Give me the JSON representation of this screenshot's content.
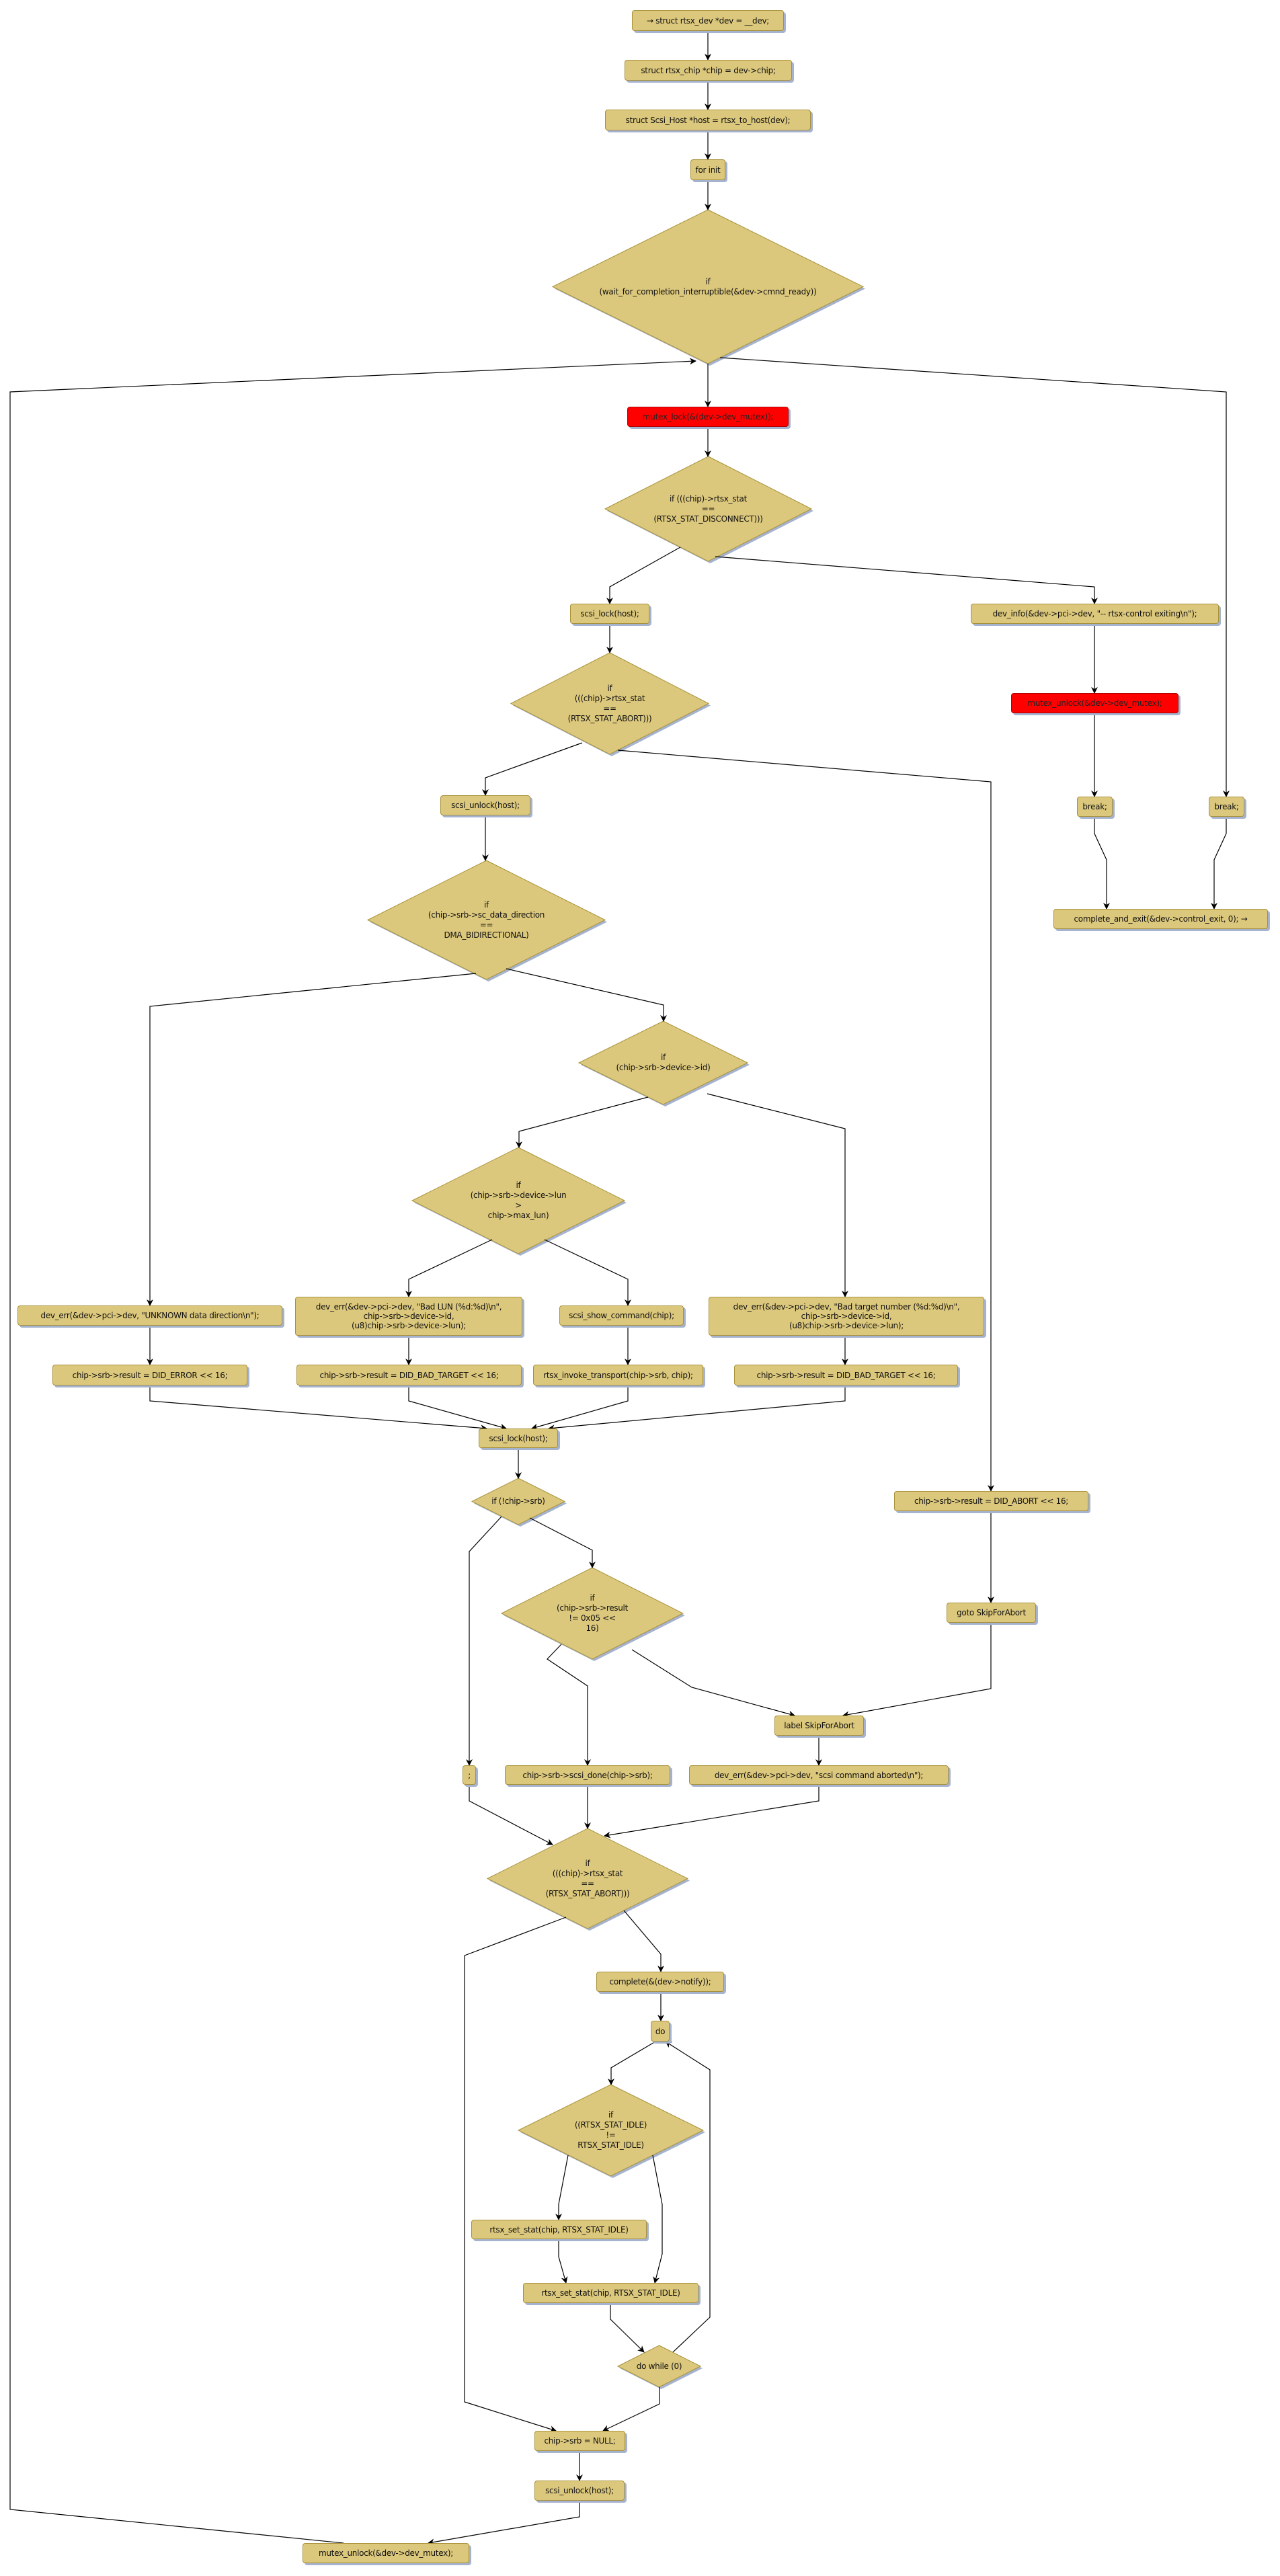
{
  "colors": {
    "node_fill": "#dcc87c",
    "node_border": "#a8913a",
    "shadow": "#a6b3cf",
    "highlight": "#ff0000"
  },
  "nodes": {
    "n_dev": "→ struct rtsx_dev *dev = __dev;",
    "n_chip": "struct rtsx_chip *chip = dev->chip;",
    "n_host": "struct Scsi_Host *host = rtsx_to_host(dev);",
    "n_forinit": "for init",
    "d_wait": "if\n(wait_for_completion_interruptible(&dev->cmnd_ready))",
    "n_mutex_lock": "mutex_lock(&(dev->dev_mutex));",
    "d_disconnect": "if (((chip)->rtsx_stat\n==\n(RTSX_STAT_DISCONNECT)))",
    "n_scsi_lock1": "scsi_lock(host);",
    "n_dev_info": "dev_info(&dev->pci->dev, \"-- rtsx-control exiting\\n\");",
    "n_mutex_unlock1": "mutex_unlock(&dev->dev_mutex);",
    "n_break1": "break;",
    "n_break2": "break;",
    "n_complete_exit": "complete_and_exit(&dev->control_exit, 0); →",
    "d_abort1": "if\n(((chip)->rtsx_stat\n==\n(RTSX_STAT_ABORT)))",
    "n_scsi_unlock1": "scsi_unlock(host);",
    "d_bidir": "if\n(chip->srb->sc_data_direction\n==\nDMA_BIDIRECTIONAL)",
    "d_devid": "if\n(chip->srb->device->id)",
    "d_lun": "if\n(chip->srb->device->lun\n>\nchip->max_lun)",
    "n_err_unknown": "dev_err(&dev->pci->dev, \"UNKNOWN data direction\\n\");",
    "n_err_lun": "dev_err(&dev->pci->dev, \"Bad LUN (%d:%d)\\n\",\nchip->srb->device->id,\n(u8)chip->srb->device->lun);",
    "n_show_cmd": "scsi_show_command(chip);",
    "n_err_target": "dev_err(&dev->pci->dev, \"Bad target number (%d:%d)\\n\",\nchip->srb->device->id,\n(u8)chip->srb->device->lun);",
    "n_did_error": "chip->srb->result = DID_ERROR << 16;",
    "n_did_bad1": "chip->srb->result = DID_BAD_TARGET << 16;",
    "n_invoke": "rtsx_invoke_transport(chip->srb, chip);",
    "n_did_bad2": "chip->srb->result = DID_BAD_TARGET << 16;",
    "n_scsi_lock2": "scsi_lock(host);",
    "d_nosrb": "if (!chip->srb)",
    "d_result": "if\n(chip->srb->result\n!= 0x05 <<\n16)",
    "n_did_abort": "chip->srb->result = DID_ABORT << 16;",
    "n_goto": "goto SkipForAbort",
    "n_label": "label SkipForAbort",
    "n_semicolon": ";",
    "n_scsi_done": "chip->srb->scsi_done(chip->srb);",
    "n_err_aborted": "dev_err(&dev->pci->dev, \"scsi command aborted\\n\");",
    "d_abort2": "if\n(((chip)->rtsx_stat\n==\n(RTSX_STAT_ABORT)))",
    "n_complete_notify": "complete(&(dev->notify));",
    "n_do": "do",
    "d_idle": "if\n((RTSX_STAT_IDLE)\n!=\nRTSX_STAT_IDLE)",
    "n_set_stat1": "rtsx_set_stat(chip, RTSX_STAT_IDLE)",
    "n_set_stat2": "rtsx_set_stat(chip, RTSX_STAT_IDLE)",
    "d_dowhile": "do while (0)",
    "n_srb_null": "chip->srb = NULL;",
    "n_scsi_unlock2": "scsi_unlock(host);",
    "n_mutex_unlock2": "mutex_unlock(&dev->dev_mutex);"
  }
}
